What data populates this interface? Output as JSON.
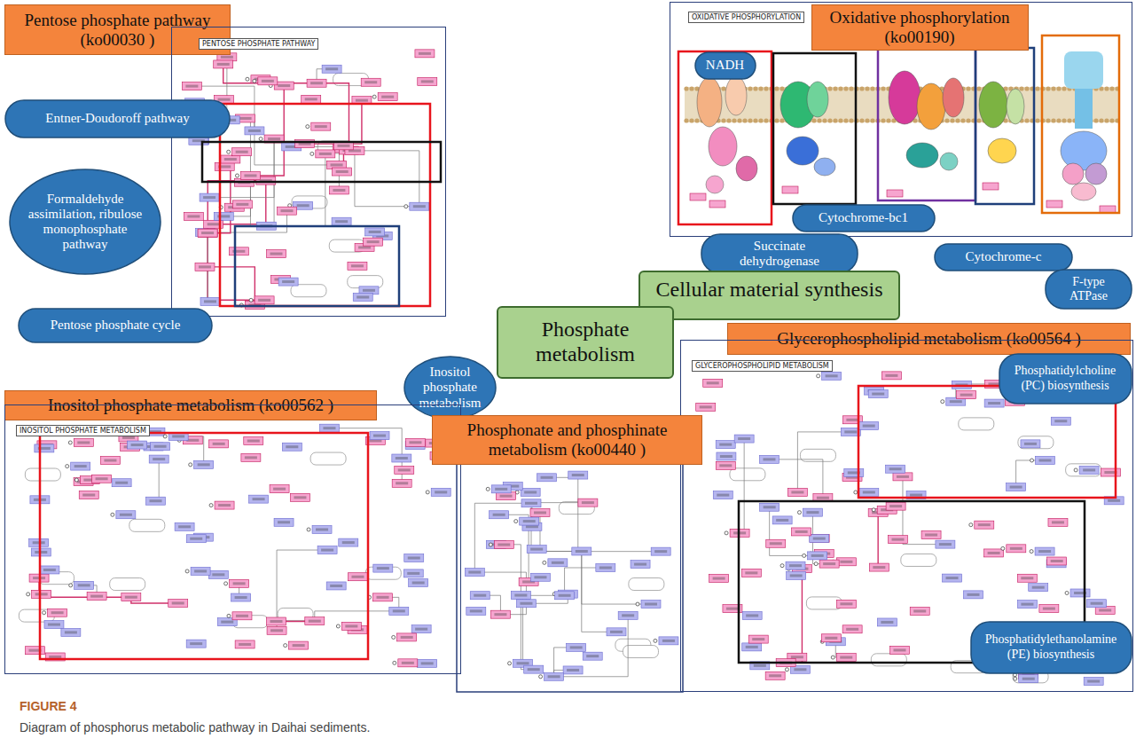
{
  "diagram": {
    "caption": "Diagram of phosphorus metabolic pathway in Daihai sediments.",
    "nodes": [
      {
        "text": [
          "Pentose phosphate pathway (ko00030 )"
        ]
      },
      {
        "text": [
          "PENTOSE PHOSPHATE PATHWAY"
        ]
      },
      {
        "text": [
          "Entner-Doudoroff pathway"
        ]
      },
      {
        "text": [
          "Formaldehyde assimilation, ribulose monophosphate pathway"
        ]
      },
      {
        "text": [
          "Pentose phosphate cycle"
        ]
      },
      {
        "text": [
          "OXIDATIVE PHOSPHORYLATION"
        ]
      },
      {
        "text": [
          "Oxidative phosphorylation (ko00190)"
        ],
        "in": 5
      },
      {
        "text": [
          "NADH"
        ],
        "in": 5
      },
      {
        "text": [
          "Cytochrome-bc1"
        ],
        "in": 5
      },
      {
        "text": [
          "Succinate dehydrogenase"
        ]
      },
      {
        "text": [
          "Cytochrome-c"
        ]
      },
      {
        "text": [
          "F-type ATPase"
        ]
      },
      {
        "text": [
          "Cellular material synthesis"
        ]
      },
      {
        "text": [
          "Phosphate metabolism"
        ]
      },
      {
        "text": [
          "Glycerophospholipid metabolism (ko00564 )"
        ]
      },
      {
        "text": [
          "GLYCEROPHOSPHOLIPID METABOLISM"
        ]
      },
      {
        "text": [
          "Phosphatidylcholine (PC) biosynthesis"
        ],
        "in": 15
      },
      {
        "text": [
          "Phosphatidylethanolamine (PE) biosynthesis"
        ],
        "in": 15
      },
      {
        "text": [
          "Inositol phosphate metabolism"
        ]
      },
      {
        "text": [
          "Inositol phosphate metabolism (ko00562 )"
        ]
      },
      {
        "text": [
          "INOSITOL PHOSPHATE METABOLISM"
        ]
      },
      {
        "text": [
          "Phosphonate and phosphinate metabolism (ko00440 )"
        ]
      }
    ],
    "labels": [
      "FIGURE 4"
    ]
  }
}
